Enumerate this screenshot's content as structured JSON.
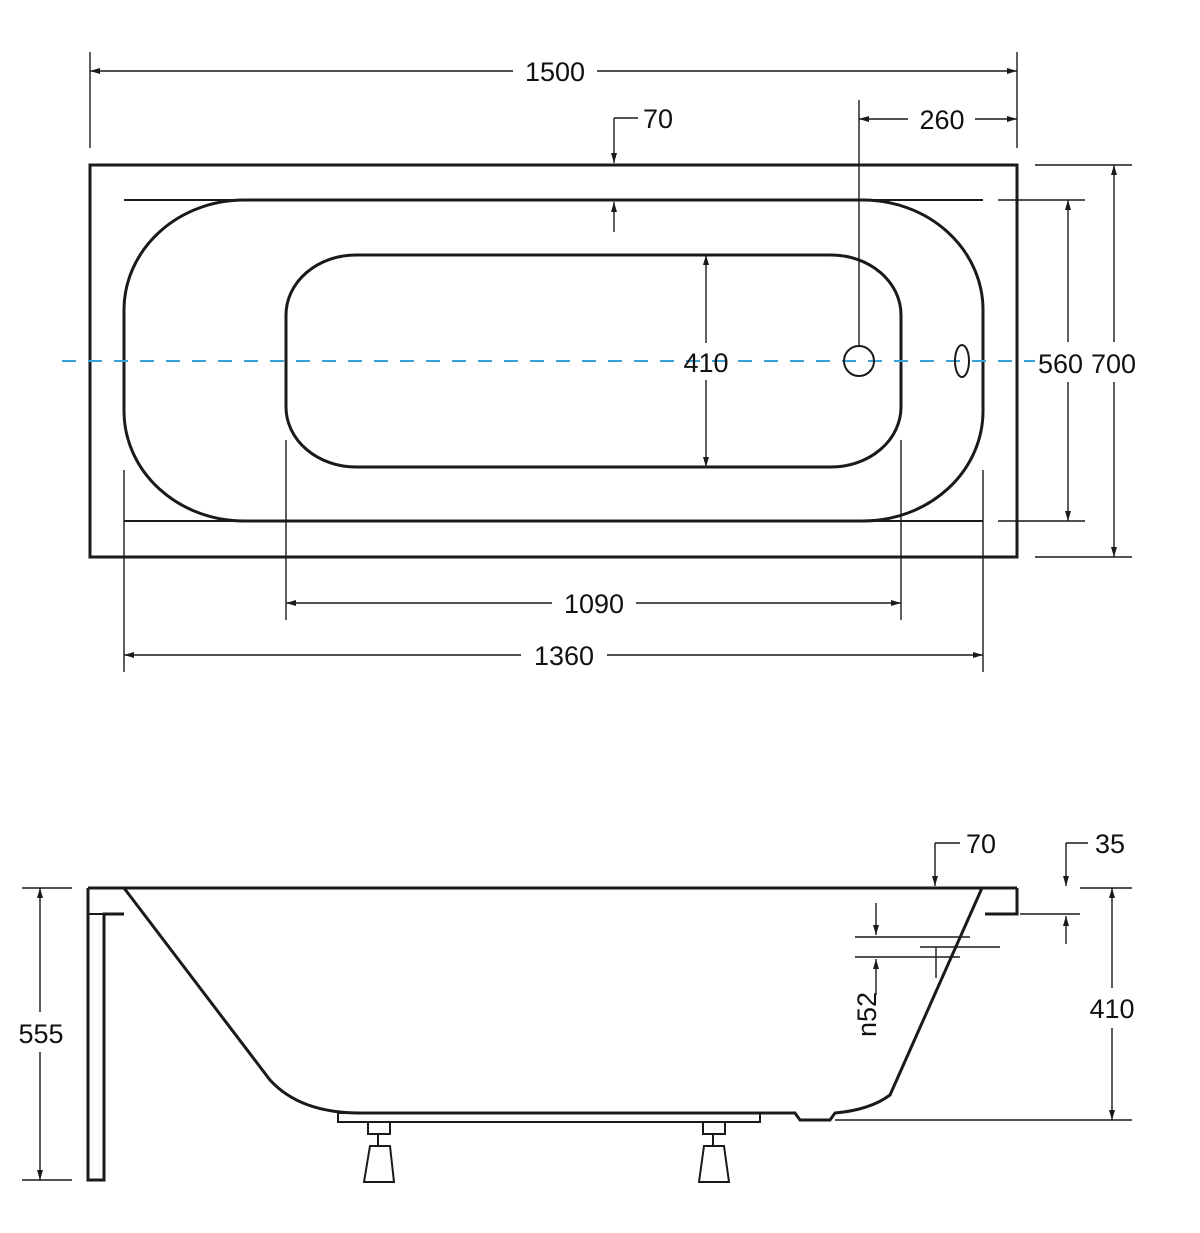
{
  "colors": {
    "line": "#1a1a1a",
    "centerline": "#3aa0d8",
    "background": "#ffffff"
  },
  "top_view": {
    "overall_length": "1500",
    "rim_width": "70",
    "drain_offset": "260",
    "inner_bottom_width": "410",
    "inner_top_width": "560",
    "overall_width": "700",
    "inner_bottom_length": "1090",
    "inner_top_length": "1360"
  },
  "side_view": {
    "rim_width": "70",
    "rim_thickness": "35",
    "bath_depth": "410",
    "overall_height": "555",
    "overflow_diameter": "n52"
  }
}
